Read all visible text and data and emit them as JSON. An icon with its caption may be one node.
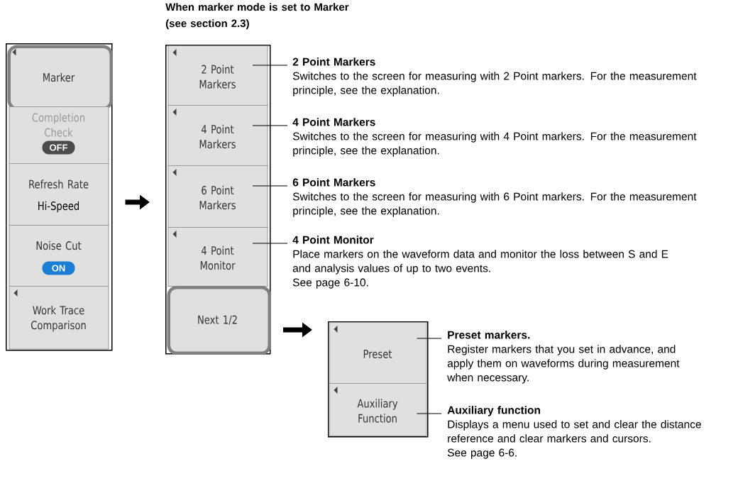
{
  "diagram": {
    "title": "When marker mode is set to Marker (see section 2.3)",
    "nodes": [
      {
        "text": [],
        "shape": "box"
      },
      {
        "text": [
          "Marker"
        ],
        "in": 0
      },
      {
        "text": [
          "Completion Check",
          "OFF"
        ],
        "in": 0
      },
      {
        "text": [
          "Refresh Rate",
          "Hi-Speed"
        ],
        "in": 0
      },
      {
        "text": [
          "Noise Cut",
          "ON"
        ],
        "in": 0
      },
      {
        "text": [
          "Work Trace Comparison"
        ],
        "in": 0
      },
      {
        "text": [],
        "shape": "box"
      },
      {
        "text": [
          "2 Point Markers"
        ],
        "in": 6
      },
      {
        "text": [
          "4 Point Markers"
        ],
        "in": 6
      },
      {
        "text": [
          "6 Point Markers"
        ],
        "in": 6
      },
      {
        "text": [
          "4 Point Monitor"
        ],
        "in": 6
      },
      {
        "text": [
          "Next 1/2"
        ],
        "in": 6
      },
      {
        "text": [
          "2 Point Markers",
          "Switches to the screen for measuring with 2 Point markers. For the measurement principle, see the explanation."
        ]
      },
      {
        "text": [
          "4 Point Markers",
          "Switches to the screen for measuring with 4 Point markers. For the measurement principle, see the explanation."
        ]
      },
      {
        "text": [
          "6 Point Markers",
          "Switches to the screen for measuring with 6 Point markers. For the measurement principle, see the explanation."
        ]
      },
      {
        "text": [
          "4 Point Monitor",
          "Place markers on the waveform data and monitor the loss between S and E and analysis values of up to two events.",
          "See page 6-10."
        ]
      },
      {
        "text": [],
        "shape": "box"
      },
      {
        "text": [
          "Preset"
        ],
        "in": 16
      },
      {
        "text": [
          "Auxiliary Function"
        ],
        "in": 16
      },
      {
        "text": [
          "Preset markers.",
          "Register markers that you set in advance, and apply them on waveforms during measurement when necessary."
        ]
      },
      {
        "text": [
          "Auxiliary function",
          "Displays a menu used to set and clear the distance reference and clear markers and cursors.",
          "See page 6-6."
        ]
      }
    ],
    "edges": [
      {
        "from": 0,
        "to": 6,
        "arrow": "to",
        "style": "thick"
      },
      {
        "from": 11,
        "to": 16,
        "arrow": "to",
        "style": "thick"
      },
      {
        "from": 12,
        "to": 7,
        "arrow": "none"
      },
      {
        "from": 13,
        "to": 8,
        "arrow": "none"
      },
      {
        "from": 14,
        "to": 9,
        "arrow": "none"
      },
      {
        "from": 15,
        "to": 10,
        "arrow": "none"
      },
      {
        "from": 19,
        "to": 17,
        "arrow": "none"
      },
      {
        "from": 20,
        "to": 18,
        "arrow": "none"
      }
    ]
  }
}
